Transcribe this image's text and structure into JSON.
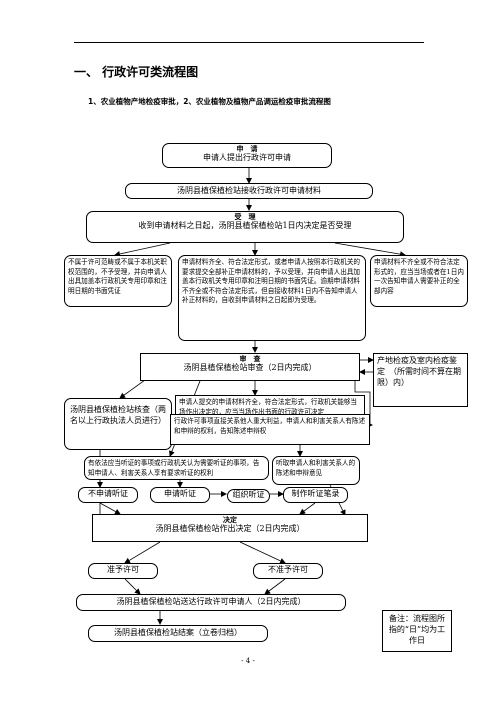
{
  "heading": {
    "section": "一、 行政许可类流程图",
    "subtitle": "1、农业植物产地检疫审批，2、农业植物及植物产品调运检疫审批流程图"
  },
  "flow": {
    "apply": {
      "title": "申　请",
      "text": "申请人提出行政许可申请"
    },
    "receive": {
      "text": "汤阴县植保植检站接收行政许可申请材料"
    },
    "accept": {
      "title": "受　理",
      "text": "收到申请材料之日起，汤阴县植保植检站1日内决定是否受理"
    },
    "reject": {
      "text": "不属于许可范畴或不属于本机关职权范围的，不予受理，并向申请人出具加盖本行政机关专用印章和注明日期的书面凭证"
    },
    "accepted": {
      "text": "申请材料齐全、符合法定形式，或者申请人按照本行政机关的要求提交全部补正申请材料的，予以受理，并向申请人出具加盖本行政机关专用印章和注明日期的书面凭证。逾期申请材料不齐全或不符合法定形式，但自接收材料1日内不告知申请人补正材料的，自收到申请材料之日起即为受理。"
    },
    "supplement": {
      "text": "申请材料不齐全或不符合法定形式的，应当当场或者在1日内一次告知申请人需要补正的全部内容"
    },
    "review": {
      "title": "审　查",
      "text": "汤阴县植保植检站审查（2日内完成）"
    },
    "inspection": {
      "text": "产地检疫及室内检疫鉴定　（所需时间不算在期限）内）"
    },
    "verify": {
      "text": "汤阴县植保植检站核查（两名以上行政执法人员进行）"
    },
    "review_note1": {
      "text": "申请人提交的申请材料齐全，符合法定形式，行政机关能够当场作出决定的，应当当场作出书面的行政许可决定"
    },
    "review_note2": {
      "text": "行政许可事项直接关系他人重大利益，申请人和利害关系人有陈述和申辩的权利，告知陈述申辩权"
    },
    "hearing_notice": {
      "text": "有依法应当听证的事项或行政机关认为需要听证的事项，告知申请人、利害关系人享有要求听证的权利"
    },
    "listen": {
      "text": "听取申请人和利害关系人的陈述和申辩意见"
    },
    "no_hearing": {
      "text": "不申请听证"
    },
    "apply_hearing": {
      "text": "申请听证"
    },
    "organize_hearing": {
      "text": "组织听证"
    },
    "hearing_record": {
      "text": "制作听证笔录"
    },
    "decide": {
      "title": "决定",
      "text": "汤阴县植保植检站作出决定（2日内完成）"
    },
    "grant": {
      "text": "准予许可"
    },
    "deny": {
      "text": "不准予许可"
    },
    "deliver": {
      "text": "汤阴县植保植检站送达行政许可申请人（2日内完成）"
    },
    "archive": {
      "text": "汤阴县植保植检站结案（立卷归档）"
    }
  },
  "note": {
    "text": "备注：流程图所指的“日”均为工作日"
  },
  "page_number": "- 4 -"
}
